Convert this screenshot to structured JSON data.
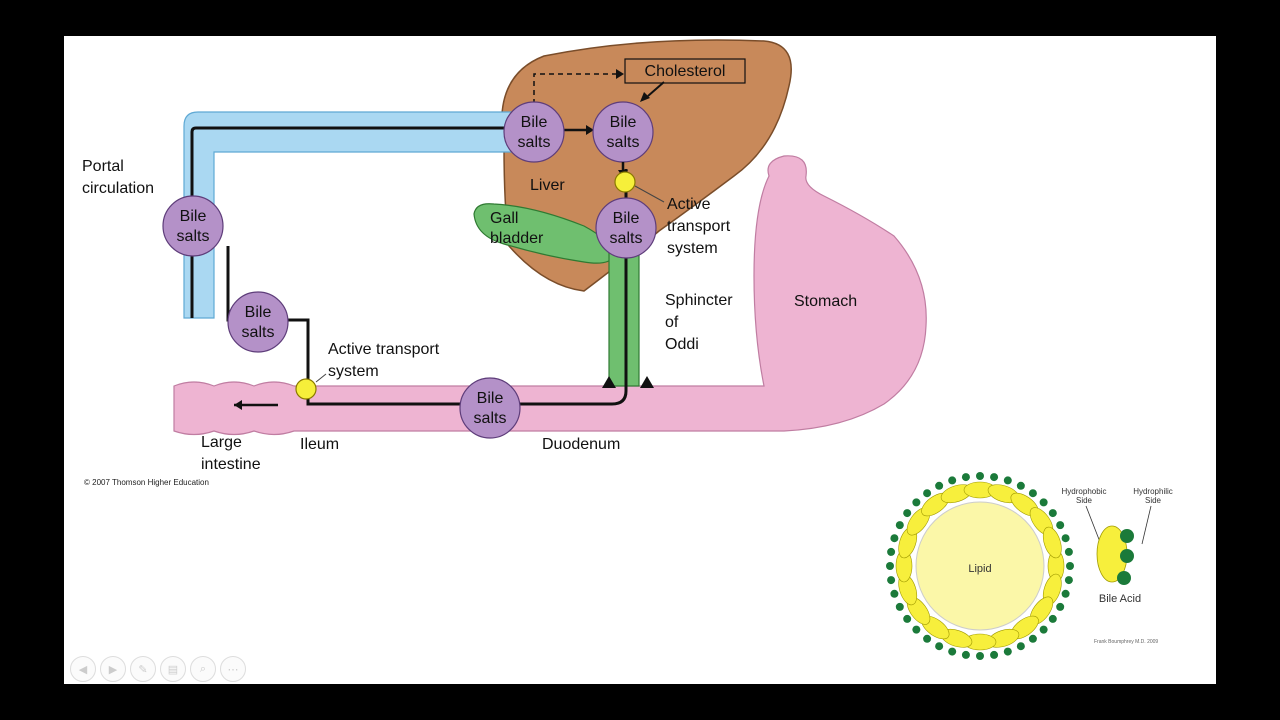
{
  "labels": {
    "portal_circulation": [
      "Portal",
      "circulation"
    ],
    "liver": "Liver",
    "cholesterol": "Cholesterol",
    "gall_bladder": [
      "Gall",
      "bladder"
    ],
    "active_transport_top": [
      "Active",
      "transport",
      "system"
    ],
    "sphincter": [
      "Sphincter",
      "of",
      "Oddi"
    ],
    "stomach": "Stomach",
    "active_transport_bottom": [
      "Active transport",
      "system"
    ],
    "large_intestine": [
      "Large",
      "intestine"
    ],
    "ileum": "Ileum",
    "duodenum": "Duodenum",
    "bile_salts": [
      "Bile",
      "salts"
    ],
    "copyright": "© 2007 Thomson Higher Education"
  },
  "micelle": {
    "lipid": "Lipid",
    "hydrophobic": [
      "Hydrophobic",
      "Side"
    ],
    "hydrophilic": [
      "Hydrophilic",
      "Side"
    ],
    "bile_acid": "Bile Acid",
    "credit": "Frank Boumphrey M.D. 2009"
  },
  "controls": [
    "◀",
    "▶",
    "✎",
    "▤",
    "⌕",
    "⋯"
  ],
  "colors": {
    "liver": "#c8895a",
    "portal": "#aad8f2",
    "gall": "#6fbf6f",
    "intestine": "#eeb4d2",
    "bile_circle": "#b491c8",
    "transport": "#f6ef3a",
    "micelle_yellow": "#f7ef3c",
    "micelle_green": "#1b7a3a"
  }
}
